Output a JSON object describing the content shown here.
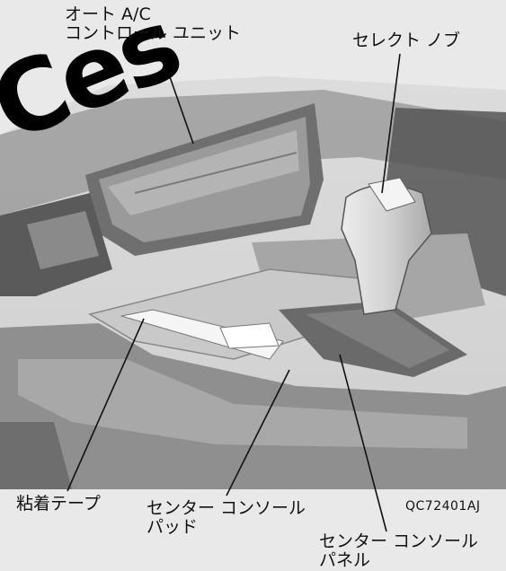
{
  "labels": {
    "ac_unit": [
      "オート A/C",
      "コントロール ユニット"
    ],
    "select_knob": "セレクト ノブ",
    "adhesive_tape": "粘着テープ",
    "console_pad": [
      "センター コンソール",
      "パッド"
    ],
    "console_panel": [
      "センター コンソール",
      "パネル"
    ]
  },
  "figure_code": "QC72401AJ",
  "watermark": "Ces"
}
